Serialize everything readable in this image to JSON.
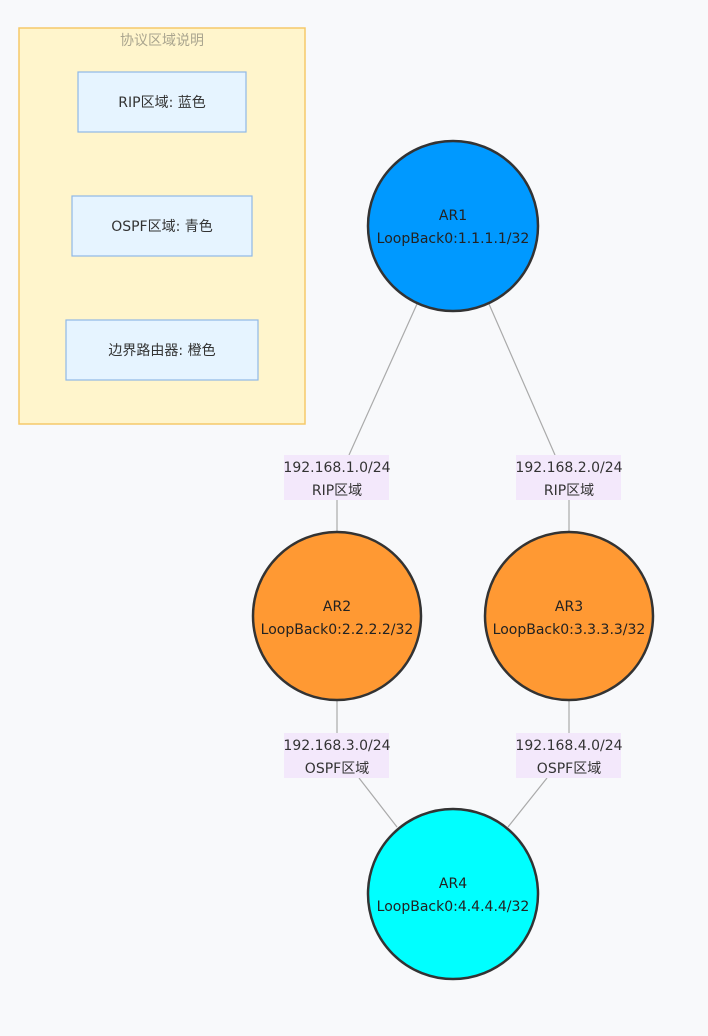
{
  "legend": {
    "title": "协议区域说明",
    "items": [
      {
        "text": "RIP区域: 蓝色"
      },
      {
        "text": "OSPF区域: 青色"
      },
      {
        "text": "边界路由器: 橙色"
      }
    ]
  },
  "colors": {
    "rip_router": "#0099ff",
    "border_router": "#ff9933",
    "ospf_router": "#00ffff",
    "node_stroke": "#333333",
    "edge": "#aaaaaa",
    "edge_label_bg": "#f3e8fb",
    "legend_bg": "#fff5cc",
    "legend_border": "#f5c96a",
    "legend_item_bg": "#e6f4ff",
    "legend_item_border": "#8fb8e6"
  },
  "nodes": [
    {
      "id": "AR1",
      "name": "AR1",
      "loopback": "LoopBack0:1.1.1.1/32",
      "role": "rip"
    },
    {
      "id": "AR2",
      "name": "AR2",
      "loopback": "LoopBack0:2.2.2.2/32",
      "role": "border"
    },
    {
      "id": "AR3",
      "name": "AR3",
      "loopback": "LoopBack0:3.3.3.3/32",
      "role": "border"
    },
    {
      "id": "AR4",
      "name": "AR4",
      "loopback": "LoopBack0:4.4.4.4/32",
      "role": "ospf"
    }
  ],
  "links": [
    {
      "from": "AR1",
      "to": "AR2",
      "subnet": "192.168.1.0/24",
      "area": "RIP区域"
    },
    {
      "from": "AR1",
      "to": "AR3",
      "subnet": "192.168.2.0/24",
      "area": "RIP区域"
    },
    {
      "from": "AR2",
      "to": "AR4",
      "subnet": "192.168.3.0/24",
      "area": "OSPF区域"
    },
    {
      "from": "AR3",
      "to": "AR4",
      "subnet": "192.168.4.0/24",
      "area": "OSPF区域"
    }
  ]
}
